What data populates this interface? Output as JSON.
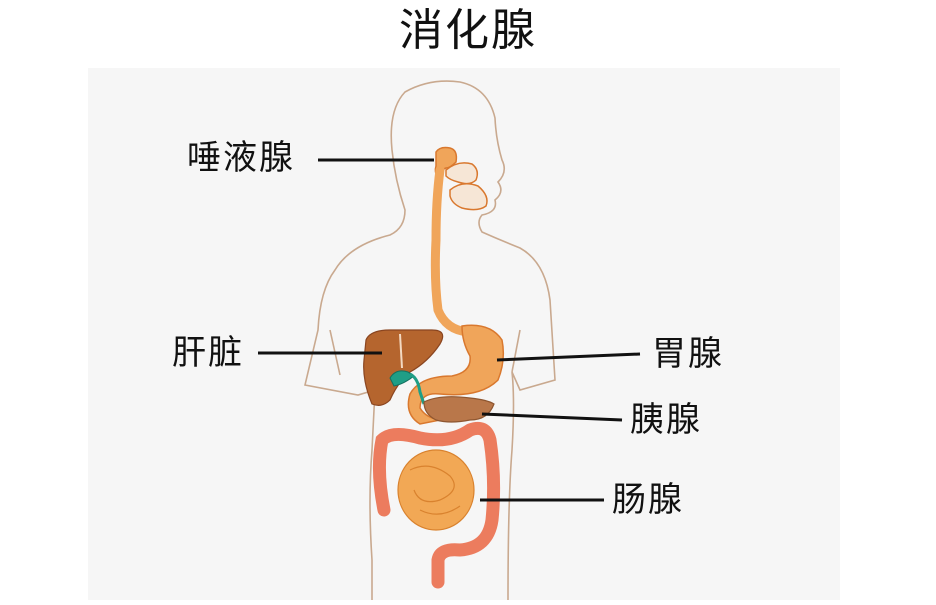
{
  "title": "消化腺",
  "labels": {
    "salivary": "唾液腺",
    "liver": "肝脏",
    "gastric": "胃腺",
    "pancreas": "胰腺",
    "intestinal": "肠腺"
  },
  "colors": {
    "background": "#ffffff",
    "panel": "#f6f6f6",
    "outline": "#c9a98f",
    "digestive_tract": "#f0a55a",
    "tract_edge": "#d9782e",
    "liver": "#b5652e",
    "gallbladder": "#1f9e86",
    "pancreas": "#b9774a",
    "large_intestine": "#ec7c5e",
    "small_intestine": "#f2a855",
    "leader_line": "#111111"
  }
}
